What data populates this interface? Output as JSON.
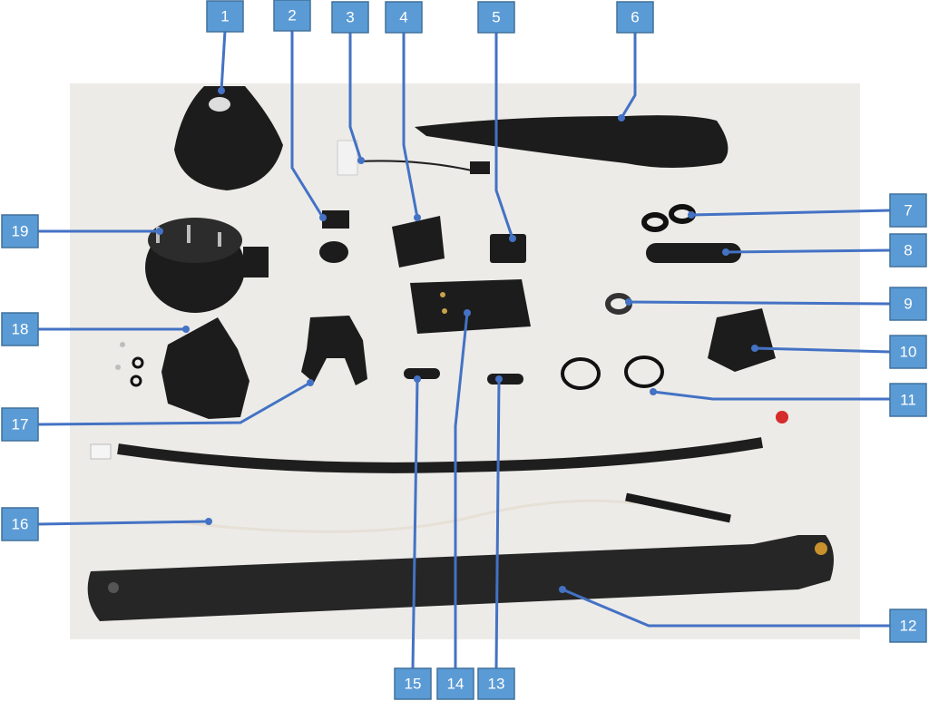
{
  "diagram": {
    "title": "Drone arm exploded parts",
    "callouts": [
      {
        "id": "1",
        "label": "1"
      },
      {
        "id": "2",
        "label": "2"
      },
      {
        "id": "3",
        "label": "3"
      },
      {
        "id": "4",
        "label": "4"
      },
      {
        "id": "5",
        "label": "5"
      },
      {
        "id": "6",
        "label": "6"
      },
      {
        "id": "7",
        "label": "7"
      },
      {
        "id": "8",
        "label": "8"
      },
      {
        "id": "9",
        "label": "9"
      },
      {
        "id": "10",
        "label": "10"
      },
      {
        "id": "11",
        "label": "11"
      },
      {
        "id": "12",
        "label": "12"
      },
      {
        "id": "13",
        "label": "13"
      },
      {
        "id": "14",
        "label": "14"
      },
      {
        "id": "15",
        "label": "15"
      },
      {
        "id": "16",
        "label": "16"
      },
      {
        "id": "17",
        "label": "17"
      },
      {
        "id": "18",
        "label": "18"
      },
      {
        "id": "19",
        "label": "19"
      }
    ],
    "colors": {
      "callout_fill": "#5b9bd5",
      "callout_border": "#41719c",
      "leader": "#4472c4",
      "photo_bg": "#ececea"
    }
  }
}
